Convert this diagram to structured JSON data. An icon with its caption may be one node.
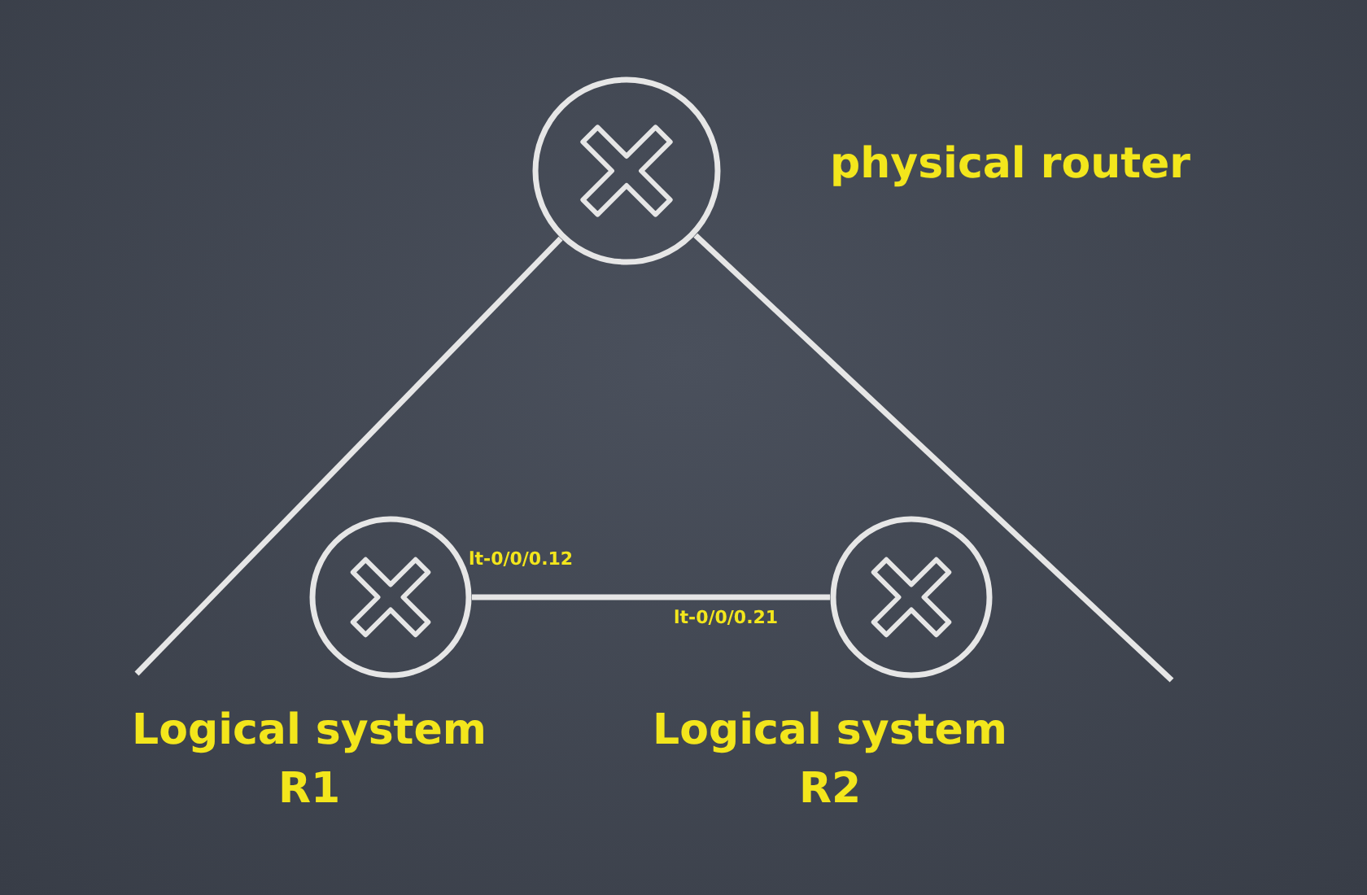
{
  "diagram": {
    "nodes": [
      {
        "text": [
          "physical router"
        ]
      },
      {
        "text": [
          "Logical system R1"
        ],
        "beside": [
          "lt-0/0/0.12"
        ]
      },
      {
        "text": [
          "Logical system R2"
        ],
        "beside": [
          "lt-0/0/0.21"
        ]
      }
    ],
    "edges": [
      {
        "from": 0,
        "to": null,
        "arrow": "none"
      },
      {
        "from": 0,
        "to": null,
        "arrow": "none"
      },
      {
        "from": 1,
        "to": 2,
        "arrow": "none"
      }
    ]
  }
}
